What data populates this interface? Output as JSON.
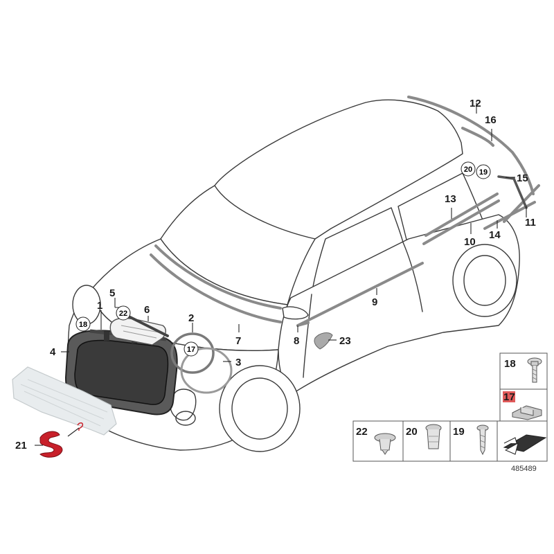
{
  "callouts": {
    "c1": "1",
    "c2": "2",
    "c3": "3",
    "c4": "4",
    "c5": "5",
    "c6": "6",
    "c7": "7",
    "c8": "8",
    "c9": "9",
    "c10": "10",
    "c11": "11",
    "c12": "12",
    "c13": "13",
    "c14": "14",
    "c15": "15",
    "c16": "16",
    "c17": "17",
    "c18": "18",
    "c19": "19",
    "c20": "20",
    "c21": "21",
    "c22": "22",
    "c23": "23"
  },
  "legend": {
    "l18": "18",
    "l17": "17",
    "l22": "22",
    "l20": "20",
    "l19": "19"
  },
  "reference_number": "485489",
  "colors": {
    "highlight": "#e05a5a",
    "emblem": "#c8202a",
    "line": "#222222"
  }
}
